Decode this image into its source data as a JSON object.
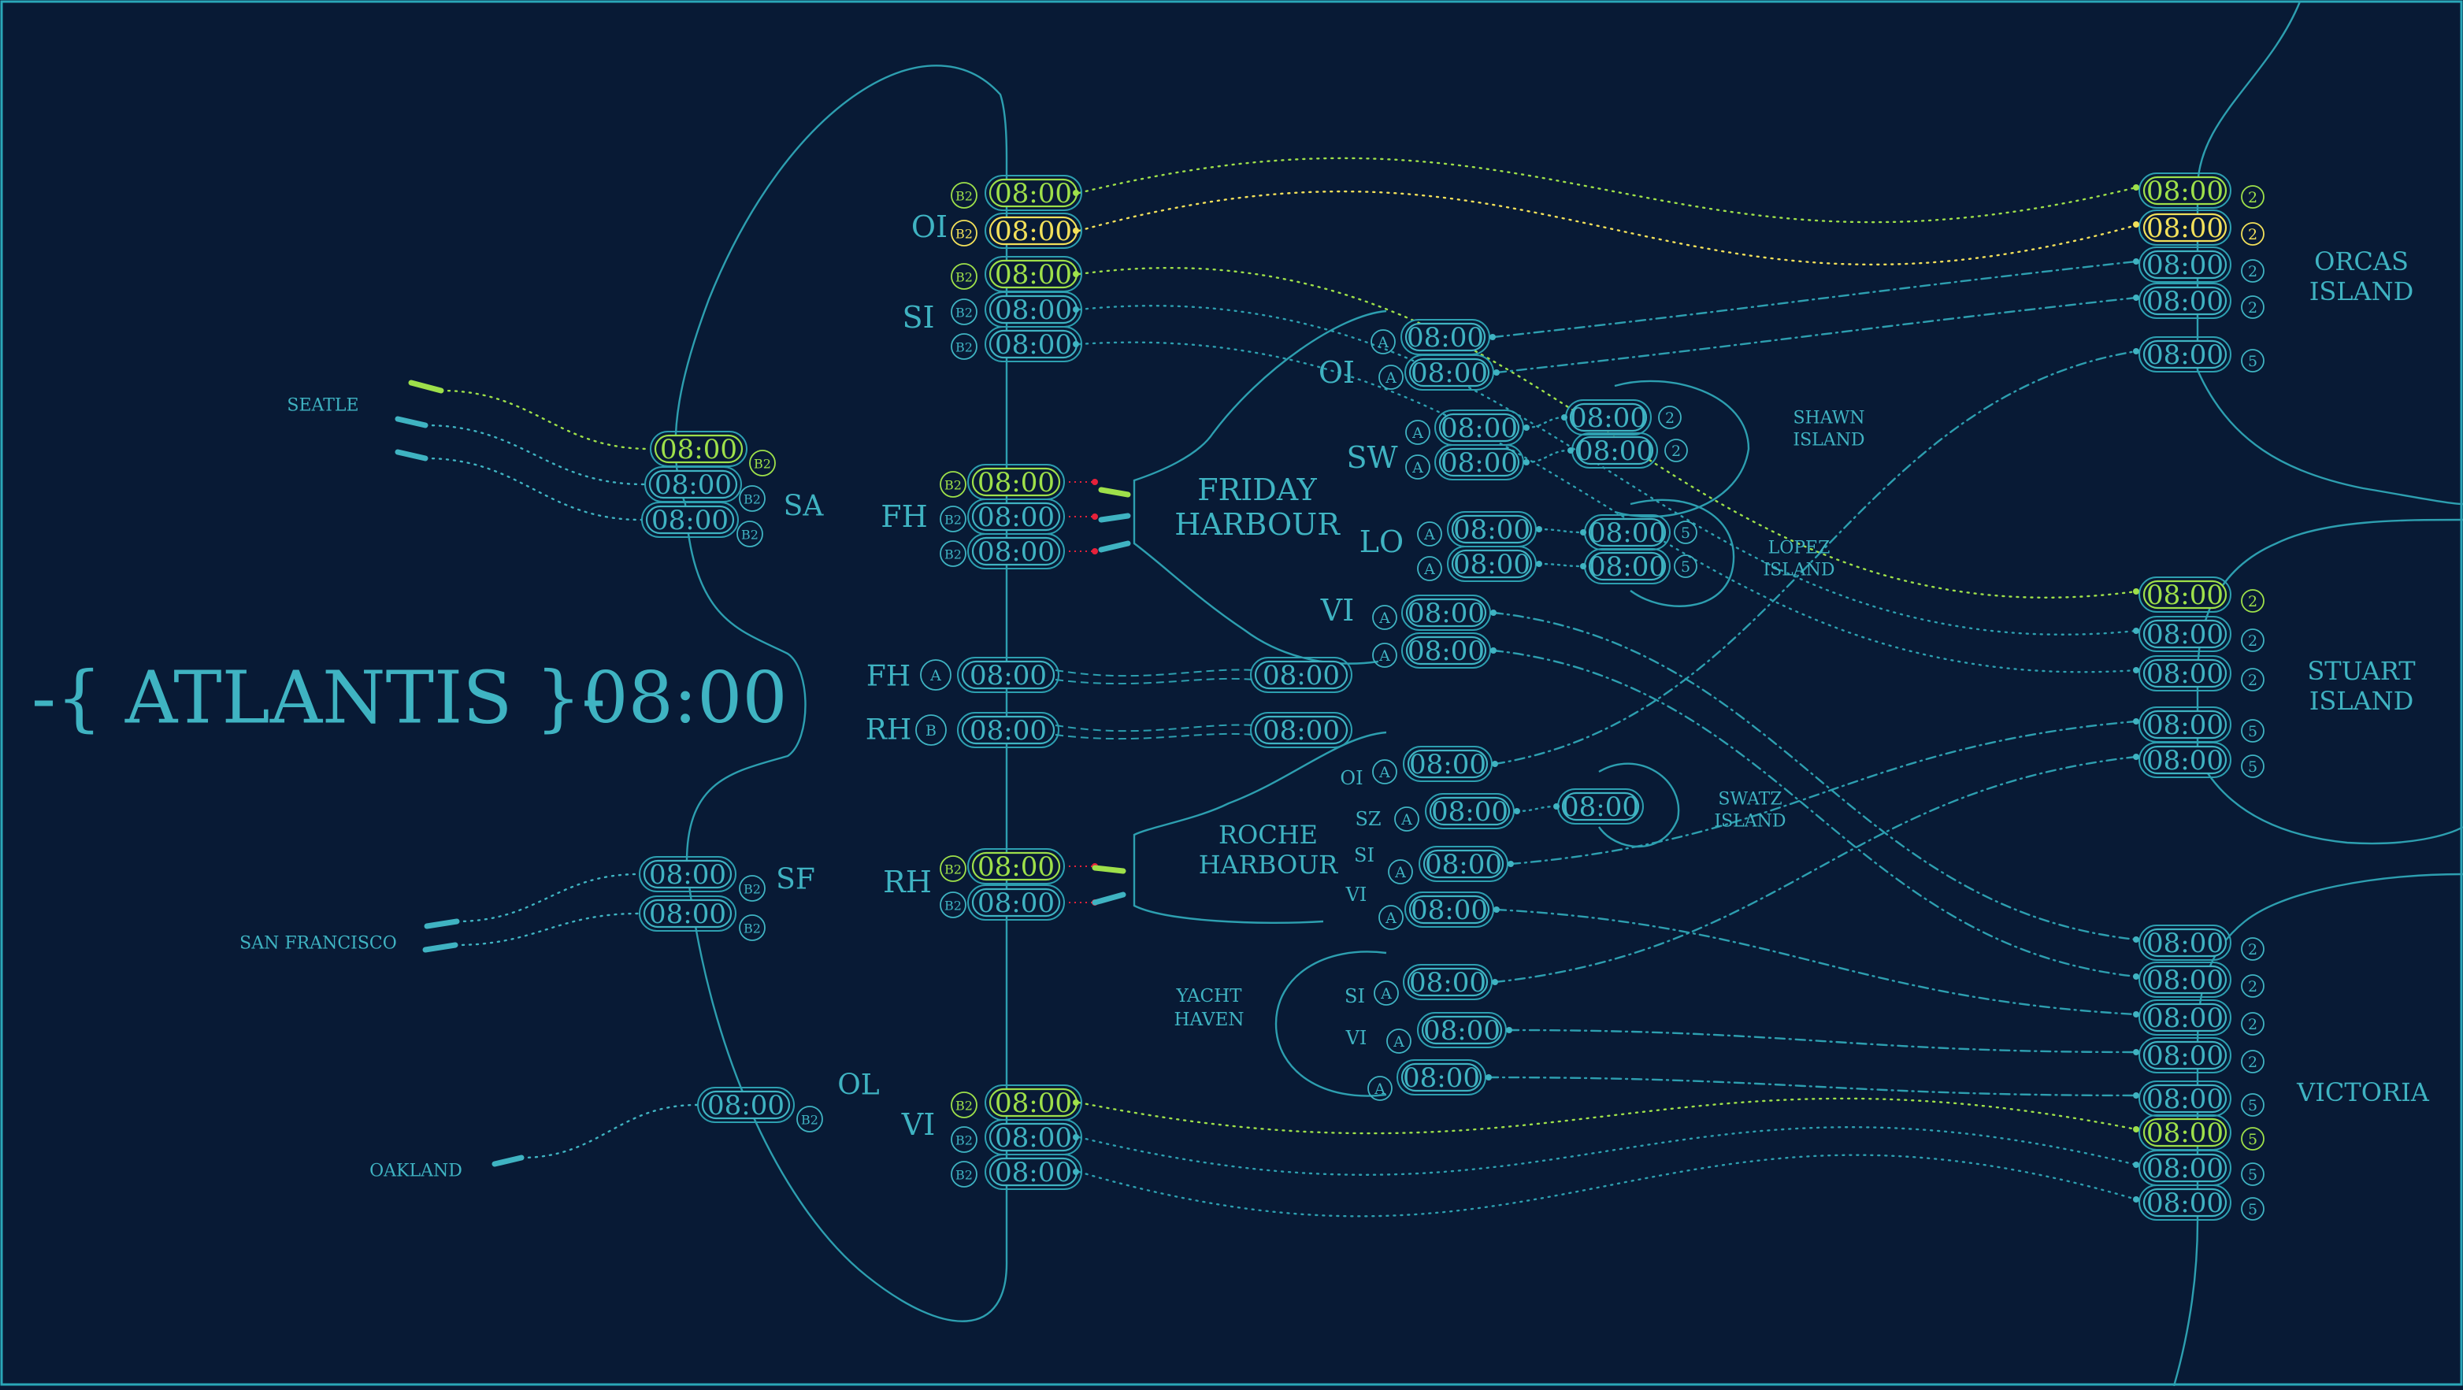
{
  "title": {
    "text": "-{ ATLANTIS }-",
    "time": "08:00"
  },
  "colors": {
    "background": "#081a35",
    "frame": "#2aa7b8",
    "line": "#2d9fb0",
    "text": "#3fb3c2",
    "lime": "#9ee04a",
    "yellow": "#f2e05a",
    "red": "#e6213a"
  },
  "mainland": [
    {
      "id": "sa",
      "name": "SEATLE",
      "code": "SA",
      "slots": [
        {
          "time": "08:00",
          "badge": "B2",
          "status": "lime"
        },
        {
          "time": "08:00",
          "badge": "B2",
          "status": "normal"
        },
        {
          "time": "08:00",
          "badge": "B2",
          "status": "normal"
        }
      ]
    },
    {
      "id": "sf",
      "name": "SAN FRANCISCO",
      "code": "SF",
      "slots": [
        {
          "time": "08:00",
          "badge": "B2",
          "status": "normal"
        },
        {
          "time": "08:00",
          "badge": "B2",
          "status": "normal"
        }
      ]
    },
    {
      "id": "ol",
      "name": "OAKLAND",
      "code": "OL",
      "slots": [
        {
          "time": "08:00",
          "badge": "B2",
          "status": "normal"
        }
      ]
    }
  ],
  "hub_groups": [
    {
      "id": "oi",
      "code": "OI",
      "slots": [
        {
          "time": "08:00",
          "badge": "B2",
          "status": "lime"
        },
        {
          "time": "08:00",
          "badge": "B2",
          "status": "yellow"
        }
      ]
    },
    {
      "id": "si",
      "code": "SI",
      "slots": [
        {
          "time": "08:00",
          "badge": "B2",
          "status": "lime"
        },
        {
          "time": "08:00",
          "badge": "B2",
          "status": "normal"
        },
        {
          "time": "08:00",
          "badge": "B2",
          "status": "normal"
        }
      ]
    },
    {
      "id": "fh",
      "code": "FH",
      "slots": [
        {
          "time": "08:00",
          "badge": "B2",
          "status": "lime"
        },
        {
          "time": "08:00",
          "badge": "B2",
          "status": "normal"
        },
        {
          "time": "08:00",
          "badge": "B2",
          "status": "normal"
        }
      ]
    },
    {
      "id": "rh",
      "code": "RH",
      "slots": [
        {
          "time": "08:00",
          "badge": "B2",
          "status": "lime"
        },
        {
          "time": "08:00",
          "badge": "B2",
          "status": "normal"
        }
      ]
    },
    {
      "id": "vi",
      "code": "VI",
      "slots": [
        {
          "time": "08:00",
          "badge": "B2",
          "status": "lime"
        },
        {
          "time": "08:00",
          "badge": "B2",
          "status": "normal"
        },
        {
          "time": "08:00",
          "badge": "B2",
          "status": "normal"
        }
      ]
    }
  ],
  "shuttles": [
    {
      "code": "FH",
      "badge": "A",
      "time_from": "08:00",
      "time_to": "08:00"
    },
    {
      "code": "RH",
      "badge": "B",
      "time_from": "08:00",
      "time_to": "08:00"
    }
  ],
  "friday_harbour": {
    "name_lines": [
      "FRIDAY",
      "HARBOUR"
    ],
    "groups": [
      {
        "code": "OI",
        "slots": [
          {
            "time": "08:00",
            "badge": "A"
          },
          {
            "time": "08:00",
            "badge": "A"
          }
        ]
      },
      {
        "code": "SW",
        "slots": [
          {
            "time": "08:00",
            "badge": "A"
          },
          {
            "time": "08:00",
            "badge": "A"
          }
        ]
      },
      {
        "code": "LO",
        "slots": [
          {
            "time": "08:00",
            "badge": "A"
          },
          {
            "time": "08:00",
            "badge": "A"
          }
        ]
      },
      {
        "code": "VI",
        "slots": [
          {
            "time": "08:00",
            "badge": "A"
          },
          {
            "time": "08:00",
            "badge": "A"
          }
        ]
      }
    ]
  },
  "roche_harbour": {
    "name_lines": [
      "ROCHE",
      "HARBOUR"
    ],
    "groups": [
      {
        "code": "OI",
        "slots": [
          {
            "time": "08:00",
            "badge": "A"
          }
        ]
      },
      {
        "code": "SZ",
        "slots": [
          {
            "time": "08:00",
            "badge": "A"
          }
        ]
      },
      {
        "code": "SI",
        "slots": [
          {
            "time": "08:00",
            "badge": "A"
          }
        ]
      },
      {
        "code": "VI",
        "slots": [
          {
            "time": "08:00",
            "badge": "A"
          }
        ]
      }
    ]
  },
  "yacht_haven": {
    "name_lines": [
      "YACHT",
      "HAVEN"
    ],
    "groups": [
      {
        "code": "SI",
        "slots": [
          {
            "time": "08:00",
            "badge": "A"
          }
        ]
      },
      {
        "code": "VI",
        "slots": [
          {
            "time": "08:00",
            "badge": "A"
          }
        ]
      },
      {
        "code": "",
        "slots": [
          {
            "time": "08:00",
            "badge": "A"
          }
        ]
      }
    ]
  },
  "small_islands": [
    {
      "id": "shawn",
      "name_lines": [
        "SHAWN",
        "ISLAND"
      ],
      "slots": [
        {
          "time": "08:00",
          "badge": "2"
        },
        {
          "time": "08:00",
          "badge": "2"
        }
      ]
    },
    {
      "id": "lopez",
      "name_lines": [
        "LOPEZ",
        "ISLAND"
      ],
      "slots": [
        {
          "time": "08:00",
          "badge": "5"
        },
        {
          "time": "08:00",
          "badge": "5"
        }
      ]
    },
    {
      "id": "swatz",
      "name_lines": [
        "SWATZ",
        "ISLAND"
      ],
      "slots": [
        {
          "time": "08:00",
          "badge": ""
        }
      ]
    }
  ],
  "destinations": [
    {
      "id": "orcas",
      "name_lines": [
        "ORCAS",
        "ISLAND"
      ],
      "slots": [
        {
          "time": "08:00",
          "badge": "2",
          "status": "lime"
        },
        {
          "time": "08:00",
          "badge": "2",
          "status": "yellow"
        },
        {
          "time": "08:00",
          "badge": "2",
          "status": "normal"
        },
        {
          "time": "08:00",
          "badge": "2",
          "status": "normal"
        },
        {
          "time": "08:00",
          "badge": "5",
          "status": "normal"
        }
      ]
    },
    {
      "id": "stuart",
      "name_lines": [
        "STUART",
        "ISLAND"
      ],
      "slots": [
        {
          "time": "08:00",
          "badge": "2",
          "status": "lime"
        },
        {
          "time": "08:00",
          "badge": "2",
          "status": "normal"
        },
        {
          "time": "08:00",
          "badge": "2",
          "status": "normal"
        },
        {
          "time": "08:00",
          "badge": "5",
          "status": "normal"
        },
        {
          "time": "08:00",
          "badge": "5",
          "status": "normal"
        }
      ]
    },
    {
      "id": "victoria",
      "name_lines": [
        "VICTORIA"
      ],
      "slots": [
        {
          "time": "08:00",
          "badge": "2",
          "status": "normal"
        },
        {
          "time": "08:00",
          "badge": "2",
          "status": "normal"
        },
        {
          "time": "08:00",
          "badge": "2",
          "status": "normal"
        },
        {
          "time": "08:00",
          "badge": "2",
          "status": "normal"
        },
        {
          "time": "08:00",
          "badge": "5",
          "status": "normal"
        },
        {
          "time": "08:00",
          "badge": "5",
          "status": "lime"
        },
        {
          "time": "08:00",
          "badge": "5",
          "status": "normal"
        },
        {
          "time": "08:00",
          "badge": "5",
          "status": "normal"
        }
      ]
    }
  ]
}
